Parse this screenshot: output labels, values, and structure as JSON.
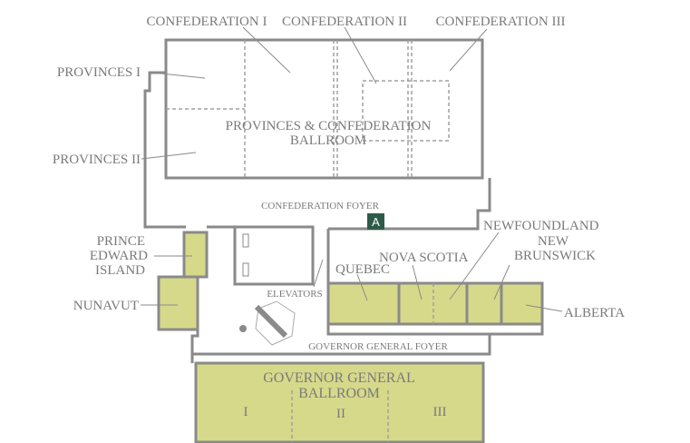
{
  "title": "Floor Plan",
  "colors": {
    "wall": "#8a8a8a",
    "room_fill": "#d6d98a",
    "marker": "#2f5a4a",
    "text": "#7a7a7a"
  },
  "rooms": {
    "confederation_1": "CONFEDERATION I",
    "confederation_2": "CONFEDERATION II",
    "confederation_3": "CONFEDERATION III",
    "provinces_1": "PROVINCES I",
    "provinces_2": "PROVINCES II",
    "ballroom_line1": "PROVINCES & CONFEDERATION",
    "ballroom_line2": "BALLROOM",
    "confederation_foyer": "CONFEDERATION FOYER",
    "pei_line1": "PRINCE",
    "pei_line2": "EDWARD",
    "pei_line3": "ISLAND",
    "nunavut": "NUNAVUT",
    "elevators": "ELEVATORS",
    "quebec": "QUEBEC",
    "nova_scotia": "NOVA SCOTIA",
    "newfoundland": "NEWFOUNDLAND",
    "nb_line1": "NEW",
    "nb_line2": "BRUNSWICK",
    "alberta": "ALBERTA",
    "governor_foyer": "GOVERNOR GENERAL FOYER",
    "gg_line1": "GOVERNOR GENERAL",
    "gg_line2": "BALLROOM",
    "gg_1": "I",
    "gg_2": "II",
    "gg_3": "III"
  },
  "marker": {
    "label": "A",
    "icon": "location-marker-icon"
  }
}
